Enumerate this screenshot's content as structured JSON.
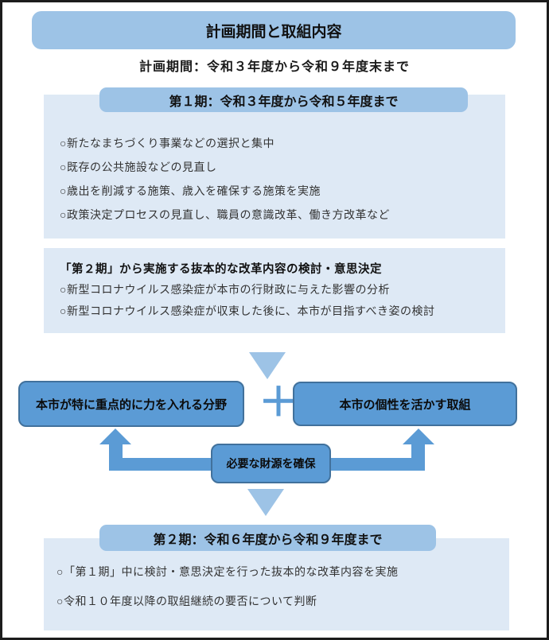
{
  "colors": {
    "frame_border": "#1c1c1c",
    "header_fill": "#9DC3E6",
    "panel_fill": "#DEE9F5",
    "box_fill": "#5B9BD5",
    "box_border": "#41719C",
    "arrow_fill": "#5B9BD5",
    "triangle_fill": "#9DC3E6"
  },
  "title": "計画期間と取組内容",
  "period_line": "計画期間：令和３年度から令和９年度末まで",
  "phase1": {
    "header": "第１期：令和３年度から令和５年度まで",
    "bullets": [
      "○新たなまちづくり事業などの選択と集中",
      "○既存の公共施設などの見直し",
      "○歳出を削減する施策、歳入を確保する施策を実施",
      "○政策決定プロセスの見直し、職員の意識改革、働き方改革など"
    ]
  },
  "review": {
    "title": "「第２期」から実施する抜本的な改革内容の検討・意思決定",
    "bullets": [
      "○新型コロナウイルス感染症が本市の行財政に与えた影響の分析",
      "○新型コロナウイルス感染症が収束した後に、本市が目指すべき姿の検討"
    ]
  },
  "focus_left": "本市が特に重点的に力を入れる分野",
  "plus": "＋",
  "focus_right": "本市の個性を活かす取組",
  "funding": "必要な財源を確保",
  "phase2": {
    "header": "第２期：令和６年度から令和９年度まで",
    "bullets": [
      "○「第１期」中に検討・意思決定を行った抜本的な改革内容を実施",
      "○令和１０年度以降の取組継続の要否について判断"
    ]
  }
}
